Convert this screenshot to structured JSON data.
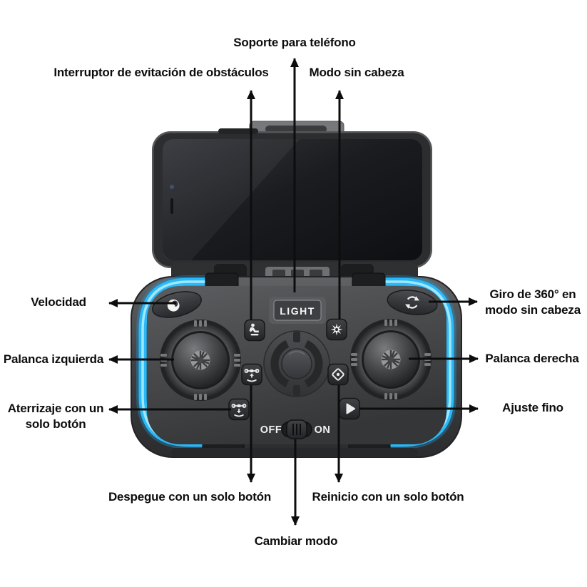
{
  "diagram": {
    "subject": "drone remote controller with phone mounted",
    "colors": {
      "background": "#ffffff",
      "label_text": "#0d0d0d",
      "led_accent": "#29b9f8",
      "body_gray": "#4a4b4d"
    },
    "labels": {
      "phone_holder": "Soporte para teléfono",
      "obstacle_switch": "Interruptor de evitación de obstáculos",
      "headless_mode": "Modo sin cabeza",
      "speed": "Velocidad",
      "left_stick": "Palanca izquierda",
      "one_key_landing": "Aterrizaje con un solo botón",
      "gyro_360": "Giro de 360° en modo sin cabeza",
      "right_stick": "Palanca derecha",
      "fine_tuning": "Ajuste fino",
      "one_key_takeoff": "Despegue con un solo botón",
      "one_key_reset": "Reinicio con un solo botón",
      "change_mode": "Cambiar modo"
    },
    "controller": {
      "brand_label": "LIGHT",
      "power_off": "OFF",
      "power_on": "ON"
    },
    "icons": {
      "speed_button": "speed-comma-icon",
      "rotate_360_button": "circular-arrows-icon",
      "obstacle_button": "obstacle-avoidance-icon",
      "takeoff_button": "drone-takeoff-icon",
      "landing_button": "drone-landing-icon",
      "headless_button": "burst-star-icon",
      "reset_button": "diamond-target-icon",
      "fine_tune_button": "play-triangle-icon",
      "power_switch": "ribbed-slider-knob"
    }
  }
}
